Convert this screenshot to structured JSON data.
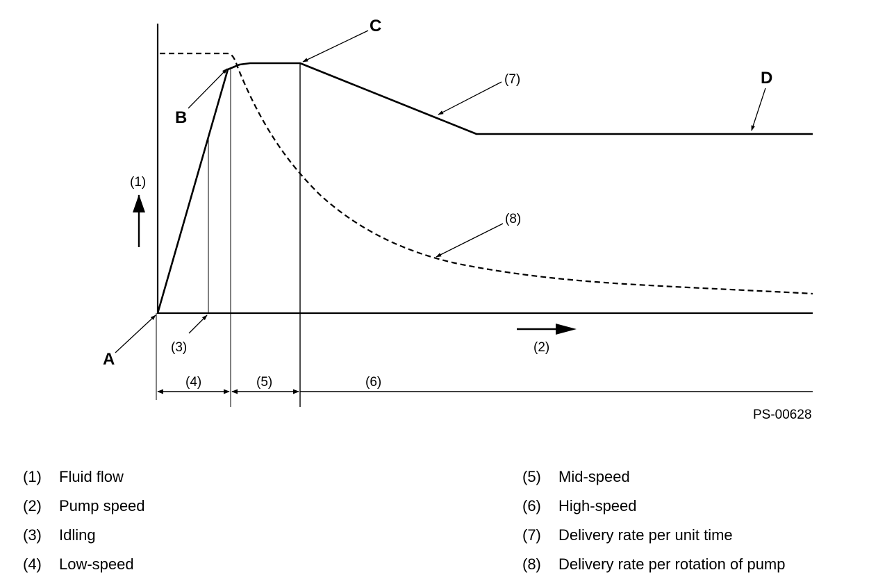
{
  "points": {
    "a": "A",
    "b": "B",
    "c": "C",
    "d": "D"
  },
  "callouts": {
    "fluid_flow": "(1)",
    "pump_speed": "(2)",
    "idling": "(3)",
    "low_speed": "(4)",
    "mid_speed": "(5)",
    "high_speed": "(6)",
    "delivery_unit_time": "(7)",
    "delivery_rotation": "(8)"
  },
  "figure_code": "PS-00628",
  "legend": {
    "left": [
      {
        "num": "(1)",
        "text": "Fluid flow"
      },
      {
        "num": "(2)",
        "text": "Pump speed"
      },
      {
        "num": "(3)",
        "text": "Idling"
      },
      {
        "num": "(4)",
        "text": "Low-speed"
      }
    ],
    "right": [
      {
        "num": "(5)",
        "text": "Mid-speed"
      },
      {
        "num": "(6)",
        "text": "High-speed"
      },
      {
        "num": "(7)",
        "text": "Delivery rate per unit time"
      },
      {
        "num": "(8)",
        "text": "Delivery rate per rotation of pump"
      }
    ]
  }
}
